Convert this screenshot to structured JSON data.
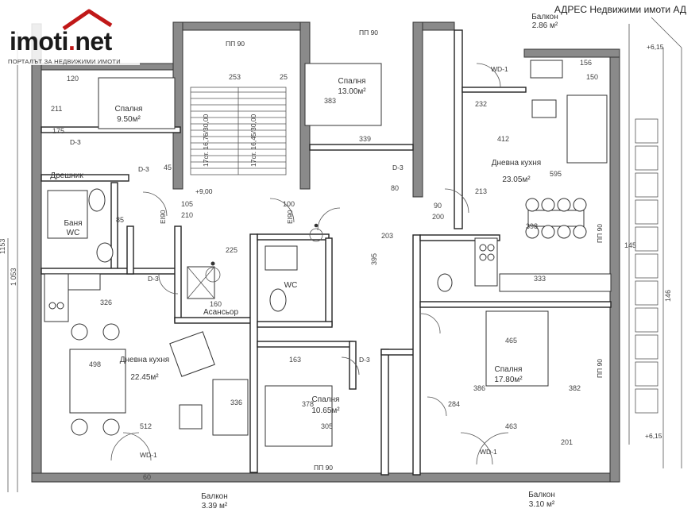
{
  "watermark": {
    "brand_main": "imoti",
    "brand_dot": ".",
    "brand_tld": "net",
    "tagline": "ПОРТАЛЪТ ЗА НЕДВИЖИМИ ИМОТИ",
    "agency": "АДРЕС Недвижими имоти АД"
  },
  "rooms": {
    "bedroom_small": {
      "name": "Спалня",
      "area": "9.50м²"
    },
    "bedroom_top": {
      "name": "Спалня",
      "area": "13.00м²"
    },
    "living_right": {
      "name": "Дневна кухня",
      "area": "23.05м²"
    },
    "bathroom_left": {
      "name": "Баня",
      "sub": "WC"
    },
    "storage": {
      "name": "Дрешник"
    },
    "elevator": {
      "name": "Асансьор"
    },
    "wc_center": {
      "name": "WC"
    },
    "living_left": {
      "name": "Дневна кухня",
      "area": "22.45м²"
    },
    "bedroom_center": {
      "name": "Спалня",
      "area": "10.65м²"
    },
    "bedroom_right": {
      "name": "Спалня",
      "area": "17.80м²"
    },
    "balcony_top": {
      "name": "Балкон",
      "area": "2.86 м²"
    },
    "balcony_bl": {
      "name": "Балкон",
      "area": "3.39 м²"
    },
    "balcony_br": {
      "name": "Балкон",
      "area": "3.10 м²"
    }
  },
  "labels": {
    "pp90": "ПП 90",
    "wd1": "WD-1",
    "d3": "D-3",
    "ei": "EI90",
    "level_900": "+9,00",
    "level_615": "+6,15",
    "stair_a": "17ст. 16,76/30,00",
    "stair_b": "17ст. 16,45/30,00"
  },
  "dimensions": {
    "d_253": "253",
    "d_383": "383",
    "d_339": "339",
    "d_412": "412",
    "d_595": "595",
    "d_213": "213",
    "d_203": "203",
    "d_326": "326",
    "d_498": "498",
    "d_512": "512",
    "d_336": "336",
    "d_305": "305",
    "d_378": "378",
    "d_163": "163",
    "d_465": "465",
    "d_463": "463",
    "d_386": "386",
    "d_382": "382",
    "d_284": "284",
    "d_333": "333",
    "d_398": "398",
    "d_232": "232",
    "d_160": "160",
    "d_225": "225",
    "d_150": "150",
    "d_145": "145",
    "d_120": "120",
    "d_211": "211",
    "d_175": "175",
    "d_105": "105",
    "d_210": "210",
    "d_100": "100",
    "d_90": "90",
    "d_80": "80",
    "d_200": "200",
    "d_85": "85",
    "d_45": "45",
    "d_25": "25",
    "d_60": "60",
    "d_1153": "1153",
    "d_146": "146",
    "d_156": "156",
    "d_595b": "395",
    "d_201": "201",
    "d_1053": "1 053"
  }
}
